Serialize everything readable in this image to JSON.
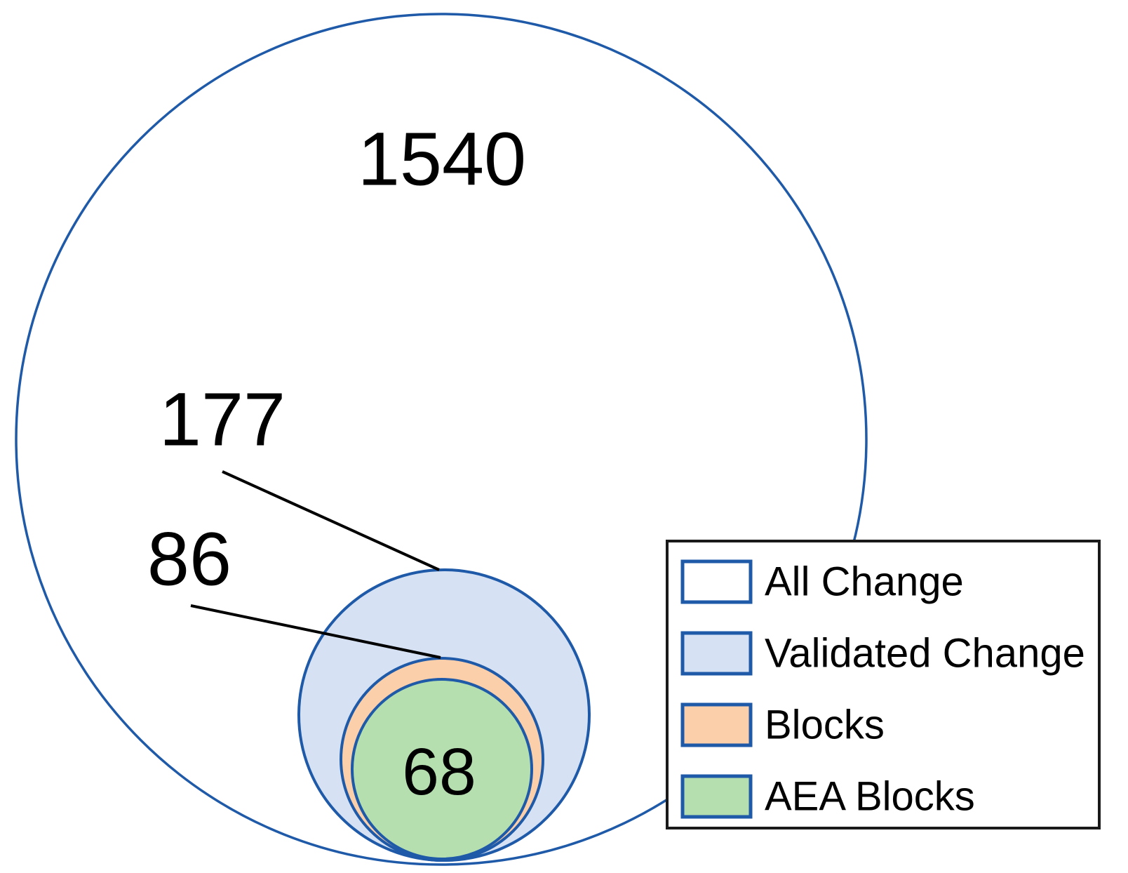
{
  "diagram": {
    "description": "Nested Euler diagram of change-detection counts",
    "circles": [
      {
        "name": "all-change",
        "label": "All Change",
        "value": "1540",
        "fill": "#ffffff"
      },
      {
        "name": "validated-change",
        "label": "Validated Change",
        "value": "177",
        "fill": "#d6e2f3"
      },
      {
        "name": "blocks",
        "label": "Blocks",
        "value": "86",
        "fill": "#fbcfa9"
      },
      {
        "name": "aea-blocks",
        "label": "AEA Blocks",
        "value": "68",
        "fill": "#b6dfb0"
      }
    ]
  },
  "legend": {
    "items": [
      {
        "label": "All Change",
        "color": "#ffffff"
      },
      {
        "label": "Validated Change",
        "color": "#d6e2f3"
      },
      {
        "label": "Blocks",
        "color": "#fbcfa9"
      },
      {
        "label": "AEA Blocks",
        "color": "#b6dfb0"
      }
    ]
  },
  "chart_data": {
    "type": "euler",
    "sets": [
      {
        "label": "All Change",
        "size": 1540,
        "contains": [
          "Validated Change",
          "Blocks",
          "AEA Blocks"
        ]
      },
      {
        "label": "Validated Change",
        "size": 177,
        "contains": [
          "Blocks",
          "AEA Blocks"
        ]
      },
      {
        "label": "Blocks",
        "size": 86,
        "contains": [
          "AEA Blocks"
        ]
      },
      {
        "label": "AEA Blocks",
        "size": 68,
        "contains": []
      }
    ],
    "legend_position": "bottom-right"
  },
  "colors": {
    "circle_stroke": "#1f5aa9",
    "leader_line": "#000000",
    "legend_border": "#1a1a1a",
    "background": "#ffffff"
  }
}
